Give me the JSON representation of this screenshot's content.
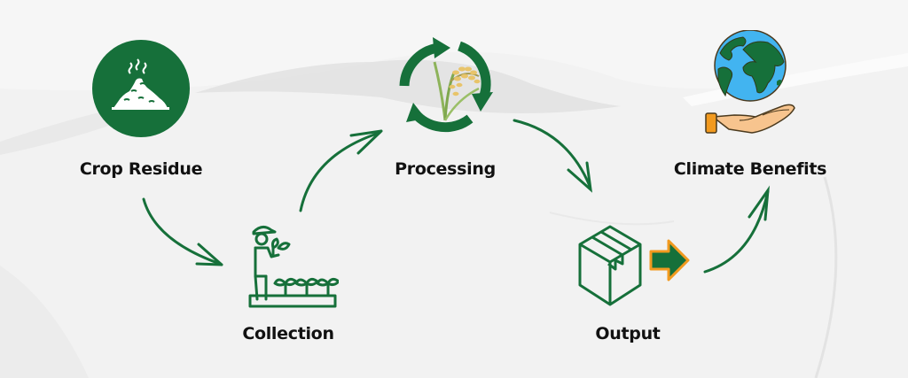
{
  "diagram": {
    "type": "process-flow",
    "colors": {
      "primary_green": "#16703a",
      "accent_orange": "#f29a1f",
      "globe_blue": "#42b4f0",
      "skin": "#f7c48e",
      "text": "#111111",
      "background": "#f1f1f1"
    },
    "steps": [
      {
        "id": "crop-residue",
        "label": "Crop Residue",
        "icon": "compost-pile-icon"
      },
      {
        "id": "collection",
        "label": "Collection",
        "icon": "farmer-plants-icon"
      },
      {
        "id": "processing",
        "label": "Processing",
        "icon": "recycle-rice-icon"
      },
      {
        "id": "output",
        "label": "Output",
        "icon": "box-arrow-icon"
      },
      {
        "id": "climate-benefits",
        "label": "Climate Benefits",
        "icon": "globe-hand-icon"
      }
    ],
    "connections": [
      {
        "from": "crop-residue",
        "to": "collection"
      },
      {
        "from": "collection",
        "to": "processing"
      },
      {
        "from": "processing",
        "to": "output"
      },
      {
        "from": "output",
        "to": "climate-benefits"
      }
    ]
  }
}
